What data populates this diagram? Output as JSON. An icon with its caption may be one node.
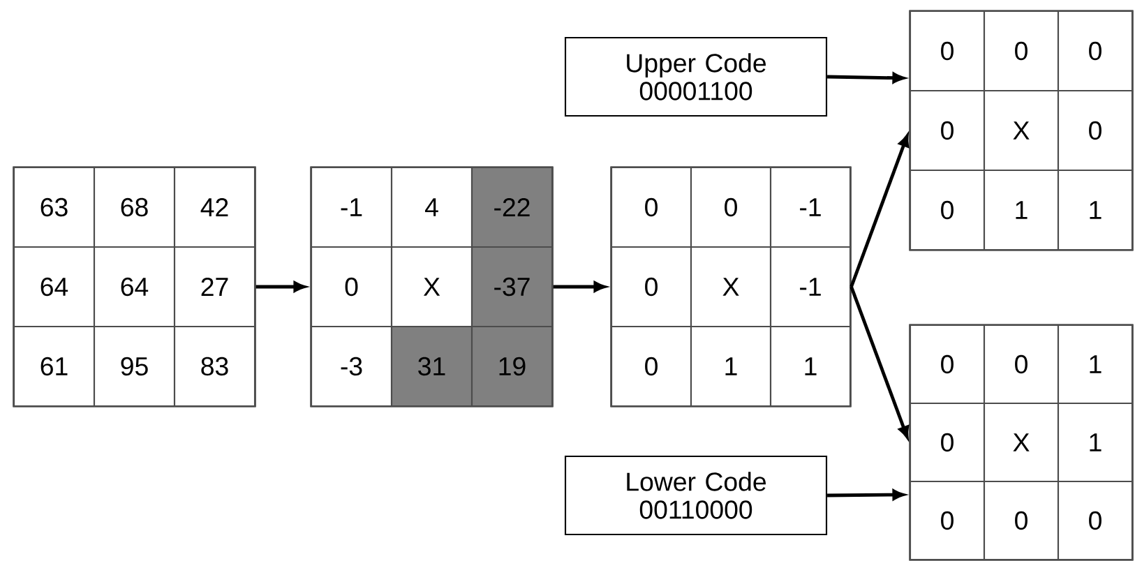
{
  "diagram": {
    "nodes": [
      {
        "text": [],
        "shape": "box"
      },
      {
        "text": [
          "63"
        ],
        "in": 0
      },
      {
        "text": [
          "68"
        ],
        "in": 0
      },
      {
        "text": [
          "42"
        ],
        "in": 0
      },
      {
        "text": [
          "64"
        ],
        "in": 0
      },
      {
        "text": [
          "64"
        ],
        "in": 0
      },
      {
        "text": [
          "27"
        ],
        "in": 0
      },
      {
        "text": [
          "61"
        ],
        "in": 0
      },
      {
        "text": [
          "95"
        ],
        "in": 0
      },
      {
        "text": [
          "83"
        ],
        "in": 0
      },
      {
        "text": [],
        "shape": "box"
      },
      {
        "text": [
          "-1"
        ],
        "in": 10
      },
      {
        "text": [
          "4"
        ],
        "in": 10
      },
      {
        "text": [
          "-22"
        ],
        "in": 10
      },
      {
        "text": [
          "0"
        ],
        "in": 10
      },
      {
        "text": [
          "X"
        ],
        "in": 10
      },
      {
        "text": [
          "-37"
        ],
        "in": 10
      },
      {
        "text": [
          "-3"
        ],
        "in": 10
      },
      {
        "text": [
          "31"
        ],
        "in": 10
      },
      {
        "text": [
          "19"
        ],
        "in": 10
      },
      {
        "text": [],
        "shape": "box"
      },
      {
        "text": [
          "0"
        ],
        "in": 20
      },
      {
        "text": [
          "0"
        ],
        "in": 20
      },
      {
        "text": [
          "-1"
        ],
        "in": 20
      },
      {
        "text": [
          "0"
        ],
        "in": 20
      },
      {
        "text": [
          "X"
        ],
        "in": 20
      },
      {
        "text": [
          "-1"
        ],
        "in": 20
      },
      {
        "text": [
          "0"
        ],
        "in": 20
      },
      {
        "text": [
          "1"
        ],
        "in": 20
      },
      {
        "text": [
          "1"
        ],
        "in": 20
      },
      {
        "text": [
          "Upper Code 00001100"
        ]
      },
      {
        "text": [],
        "shape": "box"
      },
      {
        "text": [
          "0"
        ],
        "in": 31
      },
      {
        "text": [
          "0"
        ],
        "in": 31
      },
      {
        "text": [
          "0"
        ],
        "in": 31
      },
      {
        "text": [
          "0"
        ],
        "in": 31
      },
      {
        "text": [
          "X"
        ],
        "in": 31
      },
      {
        "text": [
          "0"
        ],
        "in": 31
      },
      {
        "text": [
          "0"
        ],
        "in": 31
      },
      {
        "text": [
          "1"
        ],
        "in": 31
      },
      {
        "text": [
          "1"
        ],
        "in": 31
      },
      {
        "text": [
          "Lower Code 00110000"
        ]
      },
      {
        "text": [],
        "shape": "box"
      },
      {
        "text": [
          "0"
        ],
        "in": 42
      },
      {
        "text": [
          "0"
        ],
        "in": 42
      },
      {
        "text": [
          "1"
        ],
        "in": 42
      },
      {
        "text": [
          "0"
        ],
        "in": 42
      },
      {
        "text": [
          "X"
        ],
        "in": 42
      },
      {
        "text": [
          "1"
        ],
        "in": 42
      },
      {
        "text": [
          "0"
        ],
        "in": 42
      },
      {
        "text": [
          "0"
        ],
        "in": 42
      },
      {
        "text": [
          "0"
        ],
        "in": 42
      }
    ],
    "edges": [
      {
        "from": 0,
        "to": 10,
        "arrow": "to"
      },
      {
        "from": 10,
        "to": 20,
        "arrow": "to"
      },
      {
        "from": 20,
        "to": 31,
        "arrow": "to"
      },
      {
        "from": 20,
        "to": 42,
        "arrow": "to"
      },
      {
        "from": 30,
        "to": 31,
        "arrow": "to"
      },
      {
        "from": 41,
        "to": 42,
        "arrow": "to"
      }
    ]
  }
}
